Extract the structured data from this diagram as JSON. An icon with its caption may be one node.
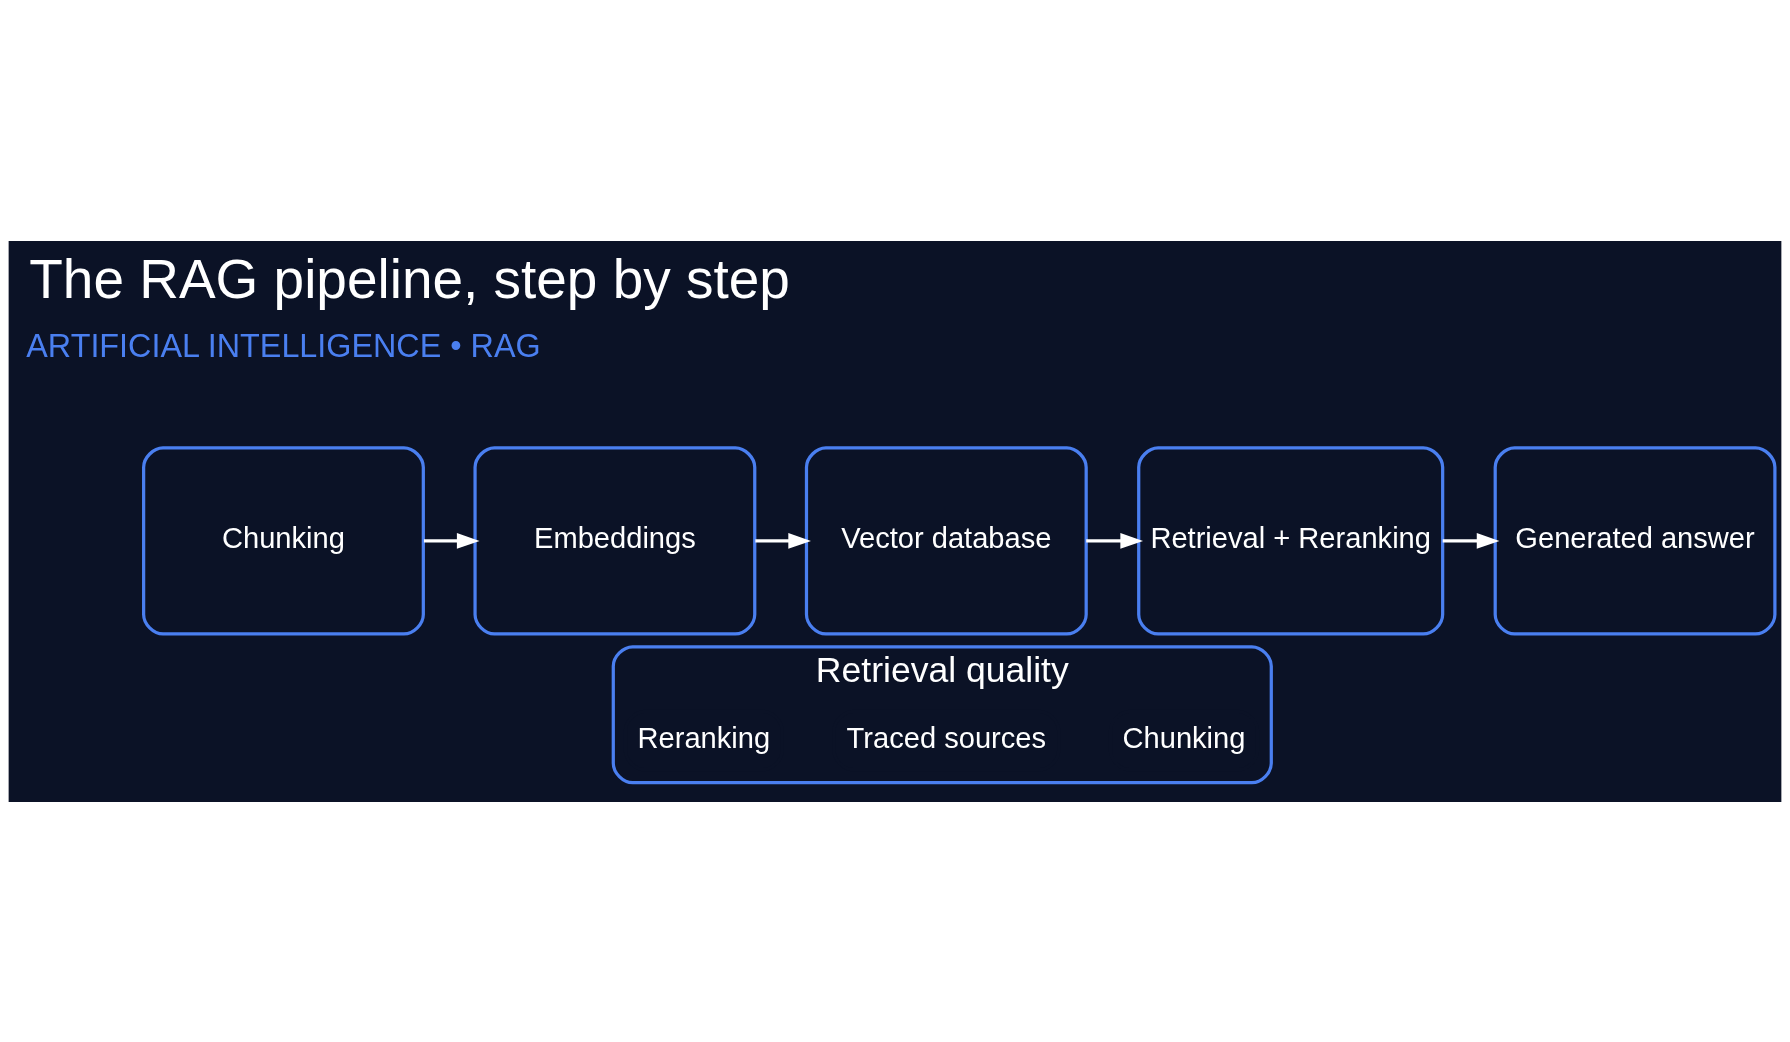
{
  "diagram": {
    "title": "The RAG pipeline, step by step",
    "nodes": [
      {
        "text": [
          "Chunking"
        ]
      },
      {
        "text": [
          "Embeddings"
        ]
      },
      {
        "text": [
          "Vector database"
        ]
      },
      {
        "text": [
          "Retrieval + Reranking"
        ]
      },
      {
        "text": [
          "Generated answer"
        ]
      },
      {
        "text": [
          "Retrieval quality"
        ]
      },
      {
        "text": [
          "Chunking"
        ],
        "in": 5
      },
      {
        "text": [
          "Traced sources"
        ],
        "in": 5
      },
      {
        "text": [
          "Reranking"
        ],
        "in": 5
      }
    ],
    "edges": [
      {
        "from": 0,
        "to": 1,
        "arrow": "to"
      },
      {
        "from": 1,
        "to": 2,
        "arrow": "to"
      },
      {
        "from": 2,
        "to": 3,
        "arrow": "to"
      },
      {
        "from": 3,
        "to": 4,
        "arrow": "to"
      }
    ],
    "labels": [
      "ARTIFICIAL INTELLIGENCE • RAG"
    ]
  }
}
